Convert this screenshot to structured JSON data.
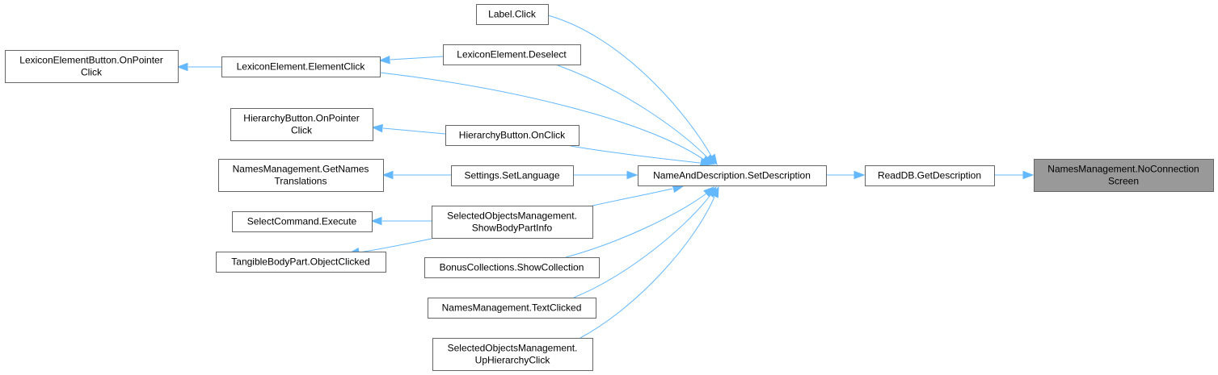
{
  "graph": {
    "nodes": {
      "n_noconn": {
        "lines": [
          "NamesManagement.NoConnection",
          "Screen"
        ],
        "highlight": true
      },
      "n_readdb": {
        "lines": [
          "ReadDB.GetDescription"
        ]
      },
      "n_setdesc": {
        "lines": [
          "NameAndDescription.SetDescription"
        ]
      },
      "n_labelclick": {
        "lines": [
          "Label.Click"
        ]
      },
      "n_deselect": {
        "lines": [
          "LexiconElement.Deselect"
        ]
      },
      "n_elemclick": {
        "lines": [
          "LexiconElement.ElementClick"
        ]
      },
      "n_lexbtn": {
        "lines": [
          "LexiconElementButton.OnPointer",
          "Click"
        ]
      },
      "n_hierbtnptr": {
        "lines": [
          "HierarchyButton.OnPointer",
          "Click"
        ]
      },
      "n_hierclick": {
        "lines": [
          "HierarchyButton.OnClick"
        ]
      },
      "n_getnames": {
        "lines": [
          "NamesManagement.GetNames",
          "Translations"
        ]
      },
      "n_setlang": {
        "lines": [
          "Settings.SetLanguage"
        ]
      },
      "n_showbody": {
        "lines": [
          "SelectedObjectsManagement.",
          "ShowBodyPartInfo"
        ]
      },
      "n_selcmd": {
        "lines": [
          "SelectCommand.Execute"
        ]
      },
      "n_tangible": {
        "lines": [
          "TangibleBodyPart.ObjectClicked"
        ]
      },
      "n_bonus": {
        "lines": [
          "BonusCollections.ShowCollection"
        ]
      },
      "n_textclicked": {
        "lines": [
          "NamesManagement.TextClicked"
        ]
      },
      "n_uphier": {
        "lines": [
          "SelectedObjectsManagement.",
          "UpHierarchyClick"
        ]
      }
    },
    "edges": [
      {
        "from": "n_readdb",
        "to": "n_noconn"
      },
      {
        "from": "n_setdesc",
        "to": "n_readdb"
      },
      {
        "from": "n_labelclick",
        "to": "n_setdesc"
      },
      {
        "from": "n_deselect",
        "to": "n_setdesc"
      },
      {
        "from": "n_elemclick",
        "to": "n_setdesc"
      },
      {
        "from": "n_hierclick",
        "to": "n_setdesc"
      },
      {
        "from": "n_setlang",
        "to": "n_setdesc"
      },
      {
        "from": "n_showbody",
        "to": "n_setdesc"
      },
      {
        "from": "n_bonus",
        "to": "n_setdesc"
      },
      {
        "from": "n_textclicked",
        "to": "n_setdesc"
      },
      {
        "from": "n_uphier",
        "to": "n_setdesc"
      },
      {
        "from": "n_deselect",
        "to": "n_elemclick"
      },
      {
        "from": "n_elemclick",
        "to": "n_lexbtn"
      },
      {
        "from": "n_hierclick",
        "to": "n_hierbtnptr"
      },
      {
        "from": "n_setlang",
        "to": "n_getnames"
      },
      {
        "from": "n_showbody",
        "to": "n_selcmd"
      },
      {
        "from": "n_showbody",
        "to": "n_tangible"
      }
    ],
    "colors": {
      "edge": "#63b8ff",
      "node_border": "#666666",
      "highlight_fill": "#999999"
    }
  }
}
